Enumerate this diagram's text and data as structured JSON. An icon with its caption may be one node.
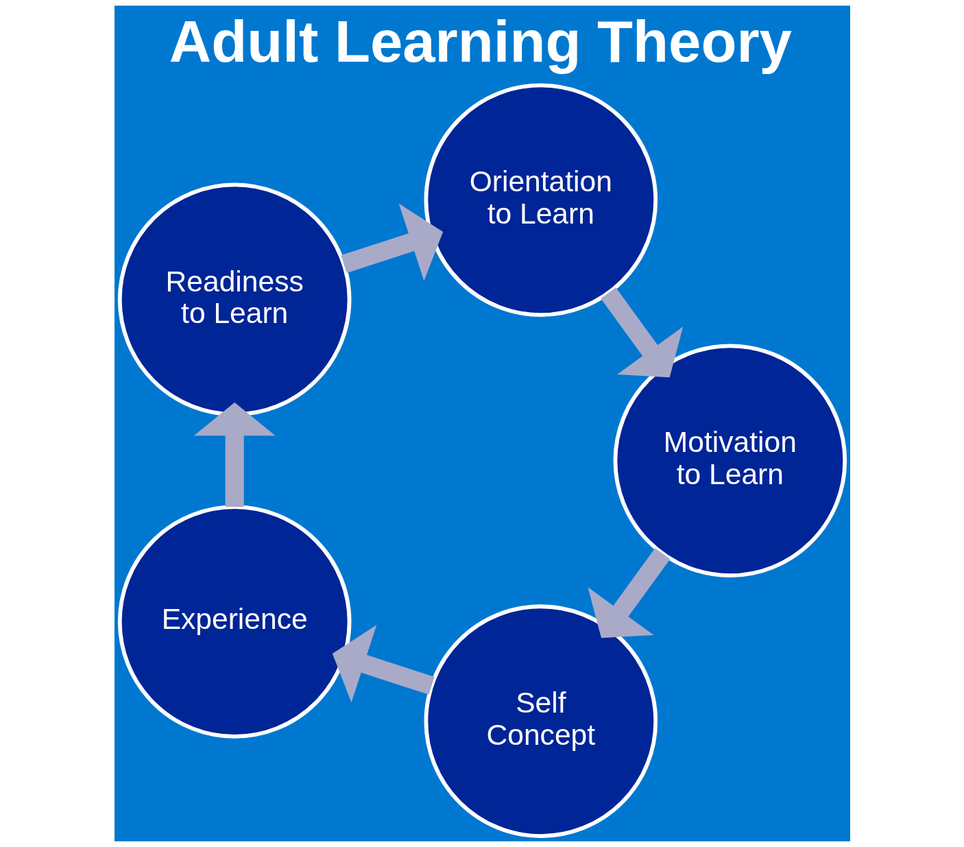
{
  "diagram": {
    "title": "Adult Learning Theory",
    "nodes": [
      {
        "text": [
          "Self Concept"
        ]
      },
      {
        "text": [
          "Experience"
        ]
      },
      {
        "text": [
          "Readiness to Learn"
        ]
      },
      {
        "text": [
          "Orientation to Learn"
        ]
      },
      {
        "text": [
          "Motivation to Learn"
        ]
      }
    ],
    "edges": [
      {
        "from": 0,
        "to": 1,
        "arrow": "to"
      },
      {
        "from": 1,
        "to": 2,
        "arrow": "to"
      },
      {
        "from": 2,
        "to": 3,
        "arrow": "to"
      },
      {
        "from": 3,
        "to": 4,
        "arrow": "to"
      },
      {
        "from": 4,
        "to": 0,
        "arrow": "to"
      }
    ]
  }
}
